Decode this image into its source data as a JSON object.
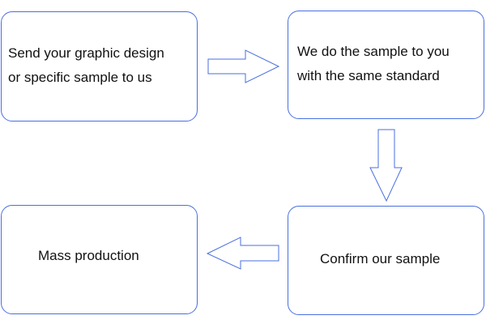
{
  "steps": [
    {
      "lines": [
        "Send your graphic design",
        "or specific sample to us"
      ]
    },
    {
      "lines": [
        "We do the sample to you",
        "with the same standard"
      ]
    },
    {
      "lines": [
        "Confirm our sample"
      ]
    },
    {
      "lines": [
        "Mass production"
      ]
    }
  ],
  "colors": {
    "border": "#4a6fe0",
    "text": "#111111",
    "background": "#ffffff"
  },
  "icons": {
    "arrow_1": "arrow-right-icon",
    "arrow_2": "arrow-down-icon",
    "arrow_3": "arrow-left-icon"
  }
}
